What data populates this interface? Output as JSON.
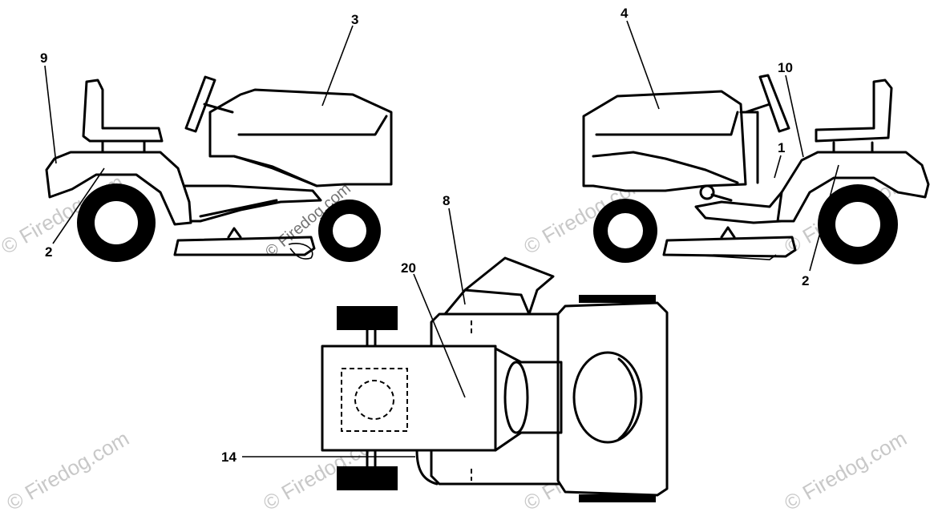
{
  "callouts": [
    {
      "id": "c3",
      "text": "3"
    },
    {
      "id": "c4",
      "text": "4"
    },
    {
      "id": "c9",
      "text": "9"
    },
    {
      "id": "c10",
      "text": "10"
    },
    {
      "id": "c1",
      "text": "1"
    },
    {
      "id": "c2l",
      "text": "2"
    },
    {
      "id": "c2r",
      "text": "2"
    },
    {
      "id": "c8",
      "text": "8"
    },
    {
      "id": "c20",
      "text": "20"
    },
    {
      "id": "c14",
      "text": "14"
    }
  ],
  "watermark": {
    "text": "© Firedog.com",
    "color": "#c8c8c8"
  }
}
